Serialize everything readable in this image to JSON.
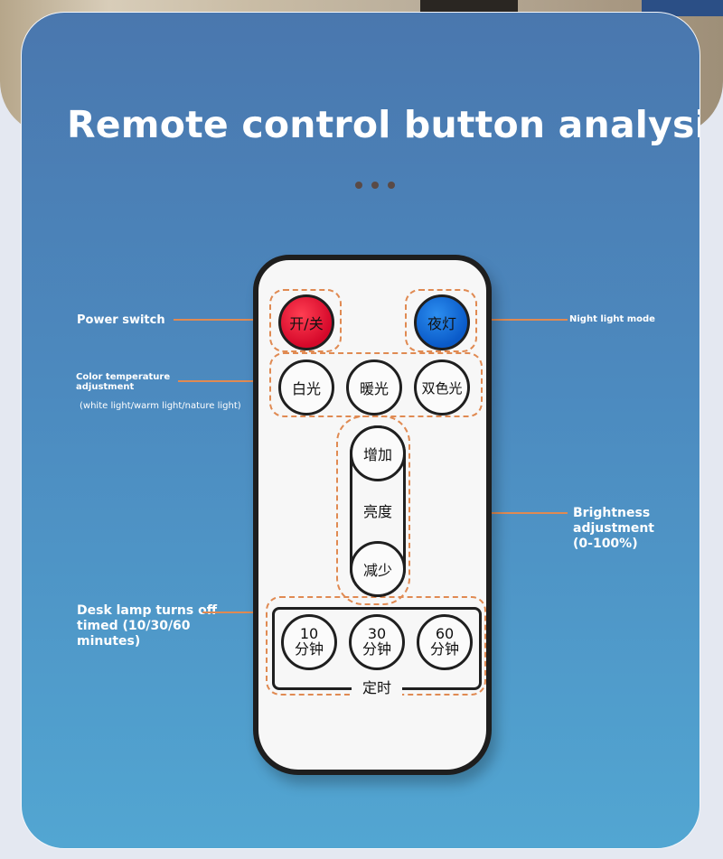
{
  "title": "Remote control button analysis",
  "pagination_dots": 3,
  "colors": {
    "card_top": "#4a77ae",
    "card_bottom": "#52a6d2",
    "accent_orange": "#e08a52",
    "power_red": "#d5082a",
    "night_blue": "#0a5ac8"
  },
  "remote": {
    "power_button": "开/关",
    "night_light_button": "夜灯",
    "white_light_button": "白光",
    "warm_light_button": "暖光",
    "dual_color_button": "双色光",
    "brightness_up_button": "增加",
    "brightness_label": "亮度",
    "brightness_down_button": "减少",
    "timer_buttons": [
      {
        "number": "10",
        "unit": "分钟"
      },
      {
        "number": "30",
        "unit": "分钟"
      },
      {
        "number": "60",
        "unit": "分钟"
      }
    ],
    "timer_label": "定时"
  },
  "annotations": {
    "power": "Power switch",
    "night_light": "Night light mode",
    "color_temp": "Color temperature adjustment",
    "color_temp_detail": "(white light/warm light/nature light)",
    "brightness": "Brightness adjustment (0-100%)",
    "timer": "Desk lamp turns off timed (10/30/60 minutes)"
  }
}
